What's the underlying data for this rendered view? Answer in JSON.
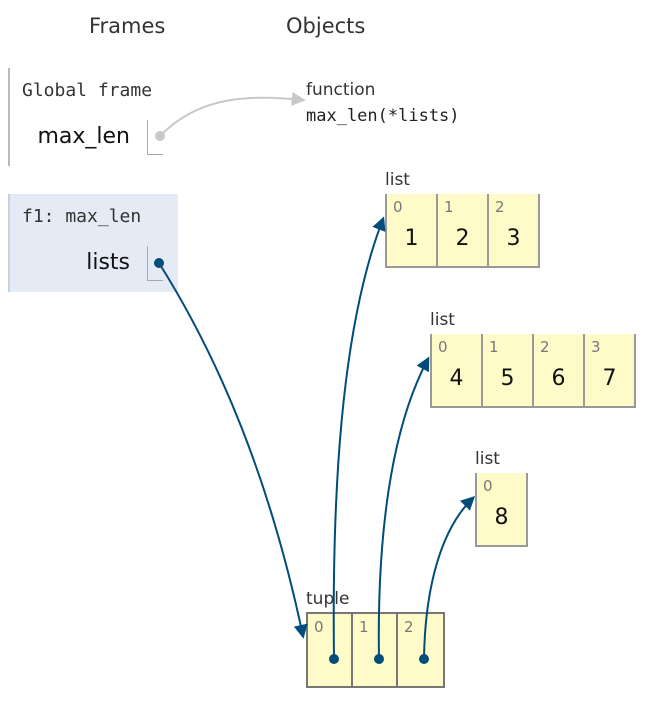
{
  "headings": {
    "frames": "Frames",
    "objects": "Objects"
  },
  "global_frame": {
    "title": "Global frame",
    "variables": [
      {
        "name": "max_len"
      }
    ]
  },
  "call_frame": {
    "title": "f1: max_len",
    "variables": [
      {
        "name": "lists"
      }
    ]
  },
  "function_object": {
    "type_label": "function",
    "signature": "max_len(*lists)"
  },
  "lists": [
    {
      "type_label": "list",
      "items": [
        {
          "index": "0",
          "value": "1"
        },
        {
          "index": "1",
          "value": "2"
        },
        {
          "index": "2",
          "value": "3"
        }
      ]
    },
    {
      "type_label": "list",
      "items": [
        {
          "index": "0",
          "value": "4"
        },
        {
          "index": "1",
          "value": "5"
        },
        {
          "index": "2",
          "value": "6"
        },
        {
          "index": "3",
          "value": "7"
        }
      ]
    },
    {
      "type_label": "list",
      "items": [
        {
          "index": "0",
          "value": "8"
        }
      ]
    }
  ],
  "tuple": {
    "type_label": "tuple",
    "items": [
      {
        "index": "0"
      },
      {
        "index": "1"
      },
      {
        "index": "2"
      }
    ]
  },
  "colors": {
    "pointer": "#004c7a",
    "function_pointer": "#c8c8c8",
    "cell_fill": "#fffbc8",
    "call_frame_fill": "#e4ebf5"
  }
}
